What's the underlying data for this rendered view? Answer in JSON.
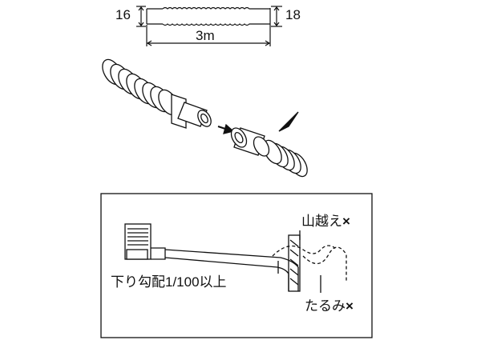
{
  "hose_spec": {
    "inlet_diameter": "16",
    "outlet_diameter": "18",
    "length": "3m"
  },
  "installation_notes": {
    "over_hill": "山越え",
    "over_hill_mark": "×",
    "slope": "下り勾配1/100以上",
    "sag": "たるみ",
    "sag_mark": "×"
  },
  "colors": {
    "line": "#111111",
    "background": "#ffffff"
  }
}
